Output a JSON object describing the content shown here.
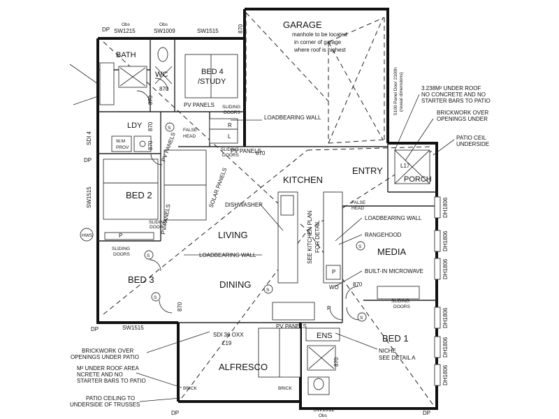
{
  "rooms": {
    "garage": "GARAGE",
    "bath": "BATH",
    "wc": "WC",
    "bed4": "BED 4",
    "study": "/STUDY",
    "ldy": "LDY",
    "bed2": "BED 2",
    "bed3": "BED 3",
    "kitchen": "KITCHEN",
    "entry": "ENTRY",
    "porch": "PORCH",
    "living": "LIVING",
    "dining": "DINING",
    "media": "MEDIA",
    "bed1": "BED 1",
    "alfresco": "ALFRESCO",
    "ens": "ENS"
  },
  "notes": {
    "garage_manhole": [
      "manhole to be located",
      "in corner of garage",
      "where roof is highest"
    ],
    "pv_panels": "PV PANELS",
    "pv_panels_sm": "PV PANELS",
    "sliding_doors": "SLIDING",
    "doors": "DOORS",
    "loadbearing_wall": "LOADBEARING WALL",
    "false_head": "FALSE",
    "head": "HEAD",
    "wm": "W.M",
    "prov": "PROV",
    "solar_panels": "SOLAR PANELS",
    "dishwasher": "DISHWASHER",
    "kitchen_plan": "SEE KITCHEN PLAN",
    "for_detail": "FOR DETAIL",
    "rangehood": "RANGEHOOD",
    "microwave": "BUILT-IN MICROWAVE",
    "niche": "NICHE",
    "see_detail_a": "SEE DETAIL A",
    "under_roof_top": [
      "3.238M² UNDER ROOF",
      "NO CONCRETE AND NO",
      "STARTER BARS TO PATIO"
    ],
    "brickwork_top": [
      "BRICKWORK OVER",
      "OPENINGS UNDER"
    ],
    "patio_ceil_top": [
      "PATIO CEIL",
      "UNDERSIDE"
    ],
    "brickwork_bottom": [
      "BRICKWORK OVER",
      "OPENINGS UNDER PATIO"
    ],
    "under_roof_bottom": [
      "M² UNDER ROOF AREA",
      "NCRETE AND NO",
      "STARTER BARS TO PATIO"
    ],
    "patio_ceil_bottom": [
      "PATIO CEILING TO",
      "UNDERSIDE OF TRUSSES"
    ],
    "sdi": "SDI 36 OXX",
    "l19": "L19",
    "l17": "L17",
    "panel_door": "5100 Panel Door 2100h",
    "panel_door_sub": "(reveal dimensions)",
    "hws": "HWS",
    "dp": "DP",
    "obs": "Obs",
    "brick": "BRICK",
    "l": "L",
    "r": "R",
    "p": "P",
    "wo": "WO",
    "s": "S"
  },
  "windows": {
    "sw1215": "SW1215",
    "sw1009": "SW1009",
    "sw1515_top": "SW1515",
    "sw1515_bottom": "SW1515",
    "sw1515_left": "SW1515",
    "sdi4": "SDI 4",
    "sw1012": "SW1012",
    "dh1806": "DH1806"
  },
  "dims": {
    "d870": "870"
  }
}
